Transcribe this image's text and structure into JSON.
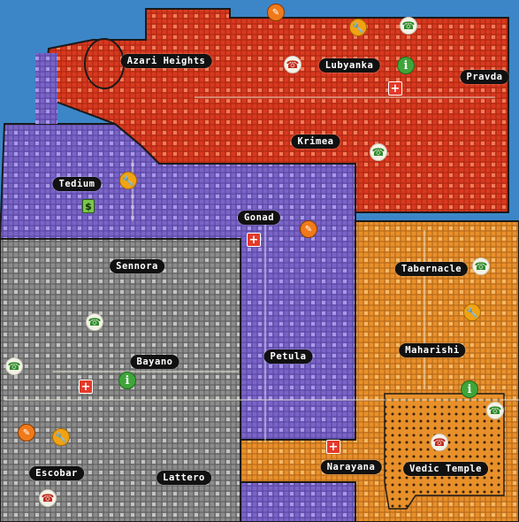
{
  "map": {
    "colors": {
      "water": "#3c86c8",
      "red_district": "#d9391f",
      "purple_district": "#7a64c6",
      "gray_district": "#8c8c8c",
      "orange_district": "#e8902a",
      "border": "#1a1a1a"
    },
    "labels": [
      {
        "text": "Azari Heights"
      },
      {
        "text": "Lubyanka"
      },
      {
        "text": "Pravda"
      },
      {
        "text": "Krimea"
      },
      {
        "text": "Tedium"
      },
      {
        "text": "Gonad"
      },
      {
        "text": "Sennora"
      },
      {
        "text": "Tabernacle"
      },
      {
        "text": "Bayano"
      },
      {
        "text": "Petula"
      },
      {
        "text": "Maharishi"
      },
      {
        "text": "Escobar"
      },
      {
        "text": "Lattero"
      },
      {
        "text": "Narayana"
      },
      {
        "text": "Vedic Temple"
      }
    ],
    "icons": {
      "phone": "☎",
      "wrench": "🔧",
      "info": "i",
      "hospital": "+",
      "spray": "✎",
      "save": "$"
    }
  }
}
